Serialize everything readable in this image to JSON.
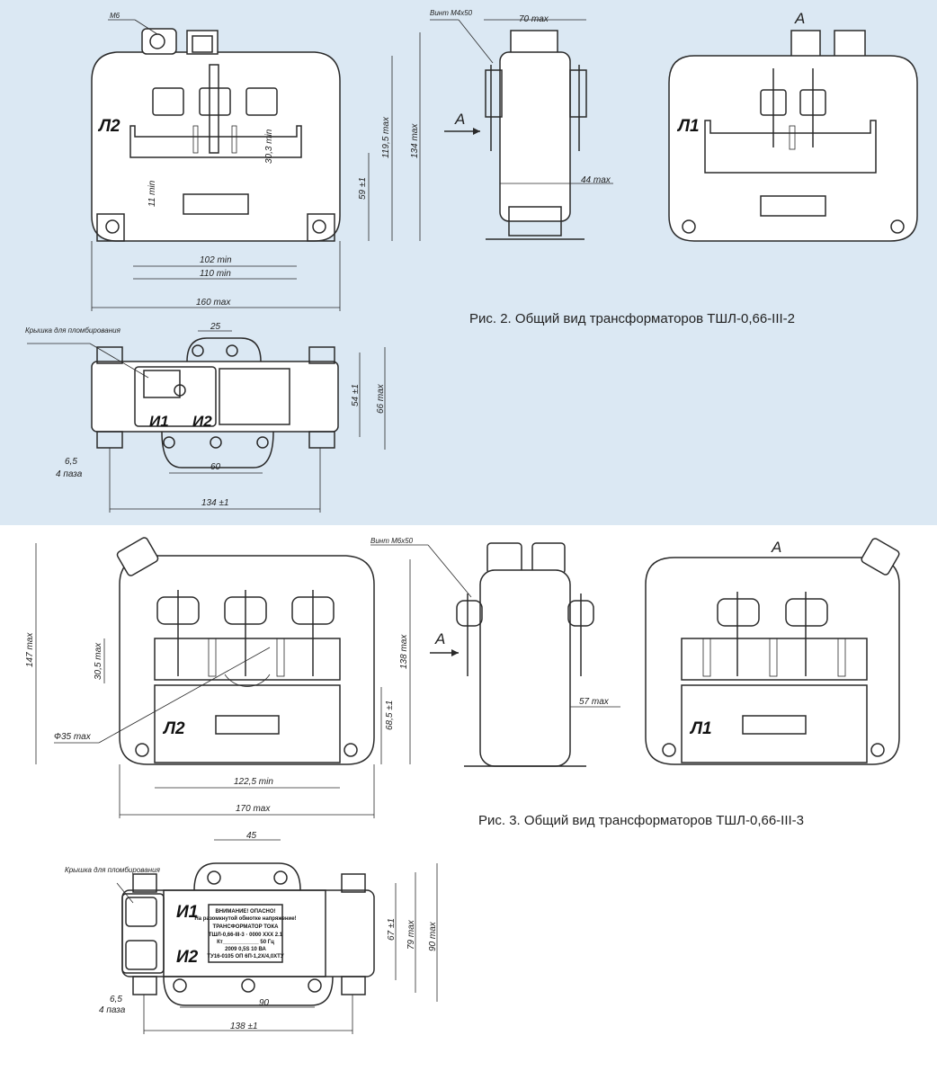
{
  "colors": {
    "top_background": "#dbe8f3",
    "bottom_background": "#ffffff",
    "line": "#2a2a2a"
  },
  "fig2": {
    "caption": "Рис. 2. Общий вид трансформаторов ТШЛ-0,66-III-2",
    "labels": {
      "m6": "М6",
      "vint": "Винт М4х50",
      "view_a": "А",
      "arrow_a": "А",
      "l2": "Л2",
      "l1": "Л1",
      "i1": "И1",
      "i2": "И2",
      "cover": "Крышка для пломбирования",
      "slots": "4 паза"
    },
    "dims": {
      "d70": "70 max",
      "d1195": "119,5 max",
      "d134": "134 max",
      "d59": "59 ±1",
      "d303": "30,3 min",
      "d11": "11 min",
      "d102": "102 min",
      "d110": "110 min",
      "d160": "160 max",
      "d44": "44 max",
      "d25": "25",
      "d54": "54 ±1",
      "d66": "66 max",
      "d65": "6,5",
      "d60": "60",
      "d1341": "134 ±1"
    }
  },
  "fig3": {
    "caption": "Рис. 3. Общий вид трансформаторов ТШЛ-0,66-III-3",
    "labels": {
      "vint": "Винт М6х50",
      "view_a": "А",
      "arrow_a": "А",
      "l2": "Л2",
      "l1": "Л1",
      "i1": "И1",
      "i2": "И2",
      "cover": "Крышка для пломбирования",
      "slots": "4 паза"
    },
    "dims": {
      "d147": "147 max",
      "d138": "138 max",
      "d305": "30,5 max",
      "d685": "68,5 ±1",
      "phi35": "Ф35 max",
      "d1225": "122,5 min",
      "d170": "170 max",
      "d57": "57 max",
      "d45": "45",
      "d67": "67 ±1",
      "d79": "79 max",
      "d90v": "90 max",
      "d65": "6,5",
      "d90": "90",
      "d1381": "138 ±1"
    },
    "nameplate": [
      "ВНИМАНИЕ! ОПАСНО!",
      "На разомкнутой обмотке напряжение!",
      "ТРАНСФОРМАТОР ТОКА",
      "ТШЛ-0,66-III-3 · 0000 ХХХ 2.1",
      "Кт____________ 50 Гц",
      "2009 0,5S 10 ВА",
      "ТУ16-0105 ОП 6П-1,2Х/4,0ХТУ"
    ]
  }
}
